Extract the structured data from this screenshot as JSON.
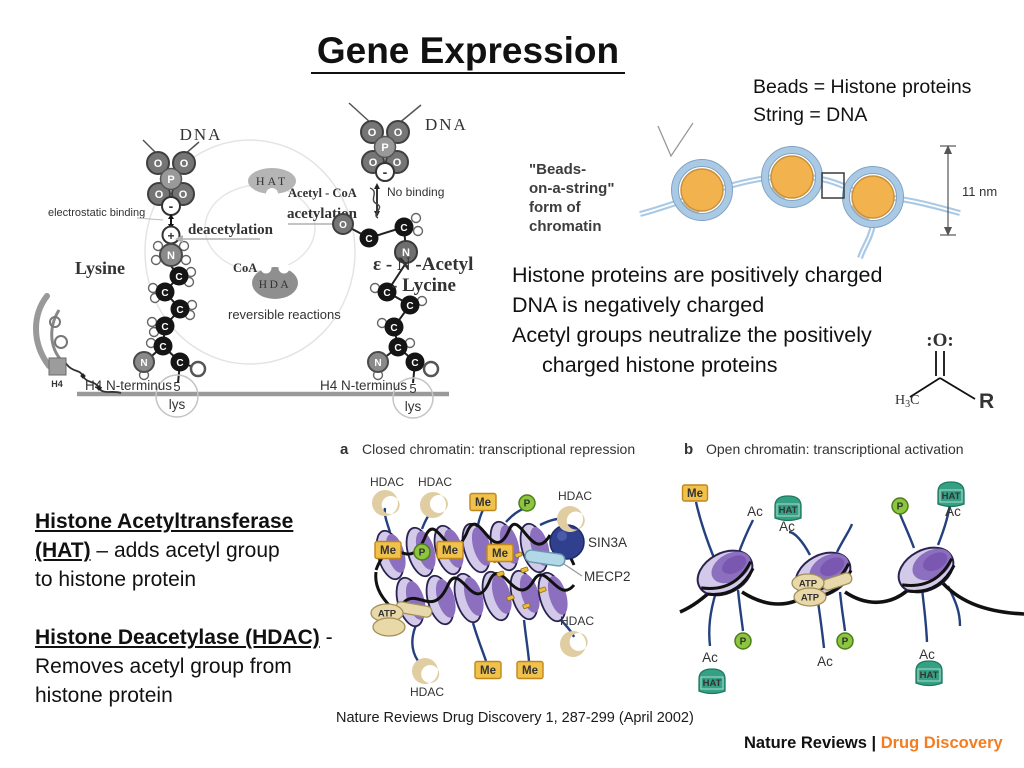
{
  "title": "Gene Expression",
  "beads_note": {
    "line1": "Beads = Histone proteins",
    "line2": "String = DNA"
  },
  "beads_figure": {
    "label_line1": "\"Beads-",
    "label_line2": "on-a-string\"",
    "label_line3": "form of",
    "label_line4": "chromatin",
    "scale_label": "11 nm",
    "bead_color": "#f2b24e",
    "string_color": "#aac9e5"
  },
  "charge_text": {
    "line1": "Histone proteins are positively charged",
    "line2": "DNA is negatively charged",
    "line3": "Acetyl groups neutralize the positively",
    "line4": "charged histone proteins"
  },
  "acetyl_structure": {
    "oxygen": ":O:",
    "methyl_h": "H",
    "methyl_sub": "3",
    "methyl_c": "C",
    "r_group": "R"
  },
  "lysine_diagram": {
    "dna_left": "DNA",
    "dna_right": "DNA",
    "electrostatic_label": "electrostatic binding",
    "lysine_label": "Lysine",
    "deacetylation_label": "deacetylation",
    "hat_label": "HAT",
    "acetyl_coa_label": "Acetyl - CoA",
    "acetylation_label": "acetylation",
    "coa_label": "CoA",
    "hda_label": "HDA",
    "no_binding_label": "No binding",
    "acetyl_lysine_line1": "ε - N -Acetyl",
    "acetyl_lysine_line2": "- Lycine",
    "reversible_label": "reversible reactions",
    "h4_terminus_left": "H4 N-terminus",
    "h4_terminus_right": "H4 N-terminus",
    "h4_tag": "H4",
    "residue_number": "5",
    "residue_name": "lys",
    "plus_sign": "+",
    "minus_sign": "-",
    "atom_p": "P",
    "atom_o": "O",
    "atom_n": "N",
    "atom_c": "C"
  },
  "panel_a": {
    "letter": "a",
    "title": "Closed chromatin: transcriptional repression",
    "labels": {
      "hdac": "HDAC",
      "me": "Me",
      "p": "P",
      "sin3a": "SIN3A",
      "mecp2": "MECP2",
      "atp": "ATP"
    }
  },
  "panel_b": {
    "letter": "b",
    "title": "Open chromatin: transcriptional activation",
    "labels": {
      "me": "Me",
      "ac": "Ac",
      "hat": "HAT",
      "p": "P",
      "atp": "ATP"
    }
  },
  "definitions": {
    "hat_line1": "Histone Acetyltransferase",
    "hat_line2_term": "(HAT)",
    "hat_line2_rest": " – adds acetyl group",
    "hat_line3": "to histone protein",
    "hdac_term": "Histone Deacetylase (HDAC)",
    "hdac_term_rest": " -",
    "hdac_line2": "Removes acetyl group from",
    "hdac_line3": "histone protein"
  },
  "caption": "Nature Reviews Drug Discovery 1, 287-299 (April 2002)",
  "journal_logo": {
    "name": "Nature Reviews",
    "separator": "|",
    "journal": "Drug Discovery",
    "accent_color": "#f47d20"
  },
  "colors": {
    "nucleosome_light": "#d3c9e8",
    "nucleosome_dark": "#8d6fc0",
    "me_tag": "#f0c14b",
    "phospho_tag": "#8cc63f",
    "hat_enzyme": "#35a184",
    "hdac_enzyme": "#e0cda2",
    "atp": "#ead9a8",
    "sin3a": "#30408e",
    "mecp2": "#b2d8e8",
    "dna_tail": "#24407e"
  }
}
